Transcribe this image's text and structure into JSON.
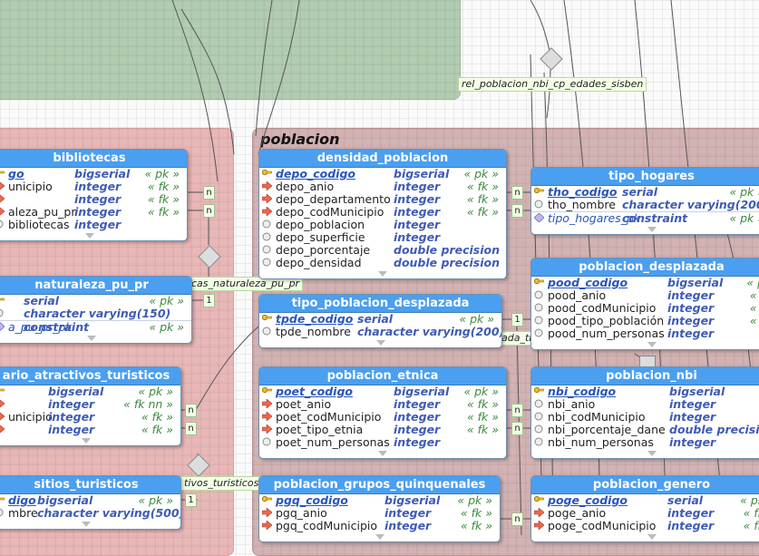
{
  "regions": [
    {
      "name": "poblacion"
    }
  ],
  "relation_labels": [
    {
      "text": "rel_poblacion_nbi_cp_edades_sisben"
    },
    {
      "text": "cas_naturaleza_pu_pr"
    },
    {
      "text": "ada_ti"
    },
    {
      "text": "tivos_turisticos"
    }
  ],
  "cardinality": {
    "many": "n",
    "one": "1"
  },
  "tables": {
    "bibliotecas": {
      "title": "bibliotecas",
      "columns": [
        {
          "name": "go",
          "type": "bigserial",
          "flag": "« pk »"
        },
        {
          "name": "unicipio",
          "type": "integer",
          "flag": "« fk »"
        },
        {
          "name": "",
          "type": "integer",
          "flag": "« fk »"
        },
        {
          "name": "aleza_pu_pr",
          "type": "integer",
          "flag": "« fk »"
        },
        {
          "name": "bibliotecas",
          "type": "integer",
          "flag": ""
        }
      ]
    },
    "naturaleza_pu_pr": {
      "title": "naturaleza_pu_pr",
      "columns": [
        {
          "name": "",
          "type": "serial",
          "flag": "« pk »"
        },
        {
          "name": "",
          "type": "character varying(150)",
          "flag": ""
        }
      ],
      "constraint": {
        "name": "a_pu_pr_pk",
        "type": "constraint",
        "flag": "« pk »"
      }
    },
    "atractivos": {
      "title": "ario_atractivos_turisticos",
      "columns": [
        {
          "name": "",
          "type": "bigserial",
          "flag": "« pk »"
        },
        {
          "name": "",
          "type": "integer",
          "flag": "« fk nn »"
        },
        {
          "name": "unicipio",
          "type": "integer",
          "flag": "« fk »"
        },
        {
          "name": "",
          "type": "integer",
          "flag": "« fk »"
        }
      ]
    },
    "sitios": {
      "title": "sitios_turisticos",
      "columns": [
        {
          "name": "digo",
          "type": "bigserial",
          "flag": "« pk »"
        },
        {
          "name": "mbre",
          "type": "character varying(500)",
          "flag": ""
        }
      ]
    },
    "densidad": {
      "title": "densidad_poblacion",
      "columns": [
        {
          "name": "depo_codigo",
          "type": "bigserial",
          "flag": "« pk »"
        },
        {
          "name": "depo_anio",
          "type": "integer",
          "flag": "« fk »"
        },
        {
          "name": "depo_departamento",
          "type": "integer",
          "flag": "« fk »"
        },
        {
          "name": "depo_codMunicipio",
          "type": "integer",
          "flag": "« fk »"
        },
        {
          "name": "depo_poblacion",
          "type": "integer",
          "flag": ""
        },
        {
          "name": "depo_superficie",
          "type": "integer",
          "flag": ""
        },
        {
          "name": "depo_porcentaje",
          "type": "double precision",
          "flag": ""
        },
        {
          "name": "depo_densidad",
          "type": "double precision",
          "flag": ""
        }
      ]
    },
    "tipo_pob": {
      "title": "tipo_poblacion_desplazada",
      "columns": [
        {
          "name": "tpde_codigo",
          "type": "serial",
          "flag": "« pk »"
        },
        {
          "name": "tpde_nombre",
          "type": "character varying(200)",
          "flag": ""
        }
      ]
    },
    "etnica": {
      "title": "poblacion_etnica",
      "columns": [
        {
          "name": "poet_codigo",
          "type": "bigserial",
          "flag": "« pk »"
        },
        {
          "name": "poet_anio",
          "type": "integer",
          "flag": "« fk »"
        },
        {
          "name": "poet_codMunicipio",
          "type": "integer",
          "flag": "« fk »"
        },
        {
          "name": "poet_tipo_etnia",
          "type": "integer",
          "flag": "« fk »"
        },
        {
          "name": "poet_num_personas",
          "type": "integer",
          "flag": ""
        }
      ]
    },
    "grupos": {
      "title": "poblacion_grupos_quinquenales",
      "columns": [
        {
          "name": "pgq_codigo",
          "type": "bigserial",
          "flag": "« pk »"
        },
        {
          "name": "pgq_anio",
          "type": "integer",
          "flag": "« fk »"
        },
        {
          "name": "pgq_codMunicipio",
          "type": "integer",
          "flag": "« fk »"
        }
      ]
    },
    "hogares": {
      "title": "tipo_hogares",
      "columns": [
        {
          "name": "tho_codigo",
          "type": "serial",
          "flag": "« pk »"
        },
        {
          "name": "tho_nombre",
          "type": "character varying(200",
          "flag": ""
        }
      ],
      "constraint": {
        "name": "tipo_hogares_pk",
        "type": "constraint",
        "flag": "« pk »"
      }
    },
    "desplazada": {
      "title": "poblacion_desplazada",
      "columns": [
        {
          "name": "pood_codigo",
          "type": "bigserial",
          "flag": "« p"
        },
        {
          "name": "pood_anio",
          "type": "integer",
          "flag": "« f"
        },
        {
          "name": "pood_codMunicipio",
          "type": "integer",
          "flag": "« f"
        },
        {
          "name": "pood_tipo_población",
          "type": "integer",
          "flag": "« f"
        },
        {
          "name": "pood_num_personas",
          "type": "integer",
          "flag": ""
        }
      ]
    },
    "nbi": {
      "title": "poblacion_nbi",
      "columns": [
        {
          "name": "nbi_codigo",
          "type": "bigserial",
          "flag": ""
        },
        {
          "name": "nbi_anio",
          "type": "integer",
          "flag": ""
        },
        {
          "name": "nbi_codMunicipio",
          "type": "integer",
          "flag": ""
        },
        {
          "name": "nbi_porcentaje_dane",
          "type": "double precisi",
          "flag": ""
        },
        {
          "name": "nbi_num_personas",
          "type": "integer",
          "flag": ""
        }
      ]
    },
    "genero": {
      "title": "poblacion_genero",
      "columns": [
        {
          "name": "poge_codigo",
          "type": "serial",
          "flag": "« pk"
        },
        {
          "name": "poge_anio",
          "type": "integer",
          "flag": "« fk"
        },
        {
          "name": "poge_codMunicipio",
          "type": "integer",
          "flag": "« fk"
        }
      ]
    }
  }
}
